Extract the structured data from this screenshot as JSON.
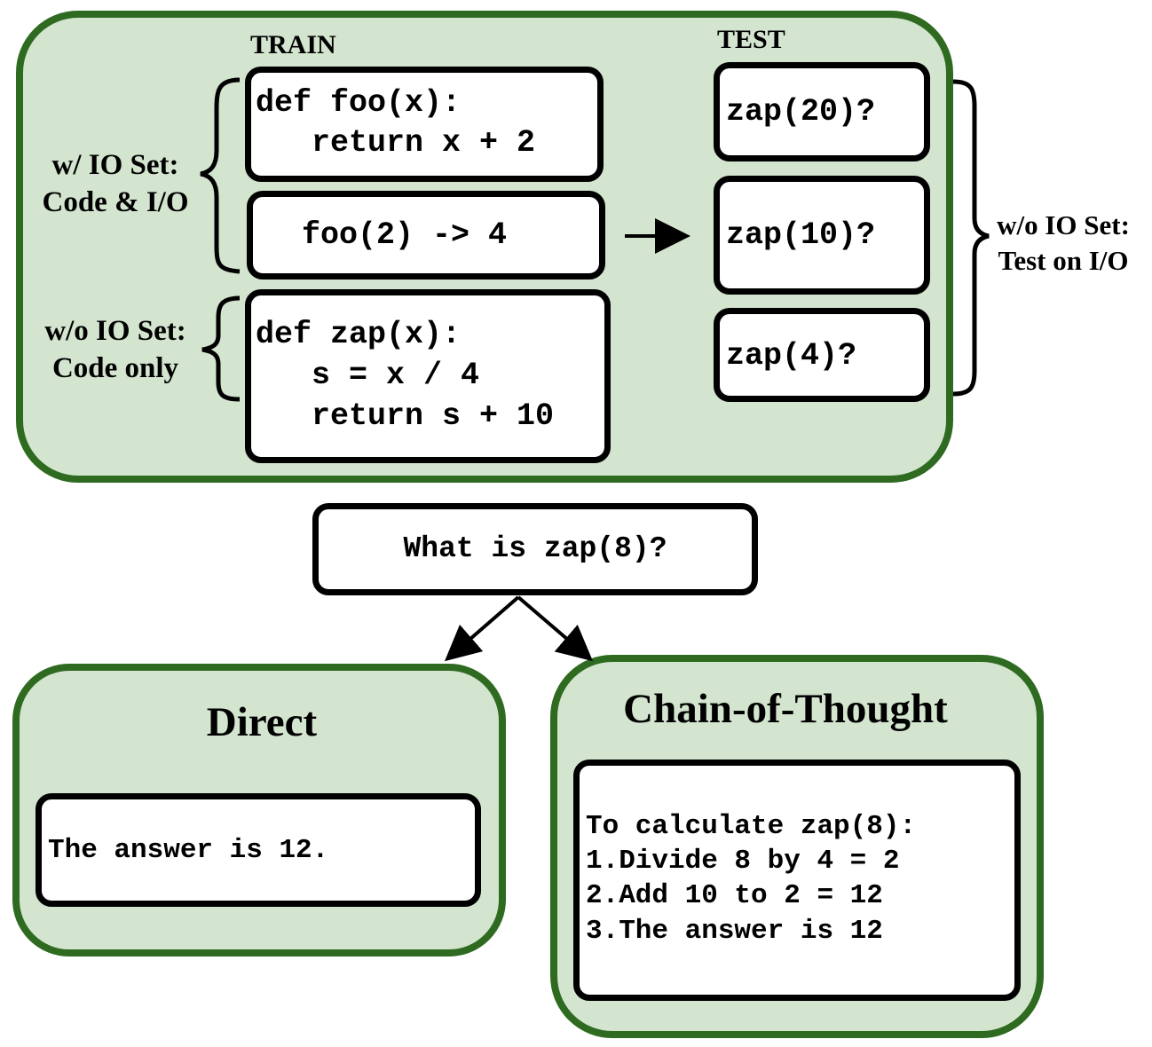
{
  "train": {
    "label": "TRAIN",
    "with_io_label_1": "w/ IO Set:",
    "with_io_label_2": "Code & I/O",
    "without_io_label_1": "w/o IO Set:",
    "without_io_label_2": "Code only",
    "foo_def_line1": "def foo(x):",
    "foo_def_line2": "  return x + 2",
    "foo_io": "foo(2) -> 4",
    "zap_def_line1": "def zap(x):",
    "zap_def_line2": "  s = x / 4",
    "zap_def_line3": "  return s + 10"
  },
  "test": {
    "label": "TEST",
    "q1": "zap(20)?",
    "q2": "zap(10)?",
    "q3": "zap(4)?",
    "side_label_1": "w/o IO Set:",
    "side_label_2": "Test on I/O"
  },
  "query": "What is zap(8)?",
  "direct": {
    "title": "Direct",
    "answer": "The answer is 12."
  },
  "cot": {
    "title": "Chain-of-Thought",
    "line1": "To calculate zap(8):",
    "line2": "1.Divide 8 by 4 = 2",
    "line3": "2.Add 10 to 2 = 12",
    "line4": "3.The answer is 12"
  }
}
